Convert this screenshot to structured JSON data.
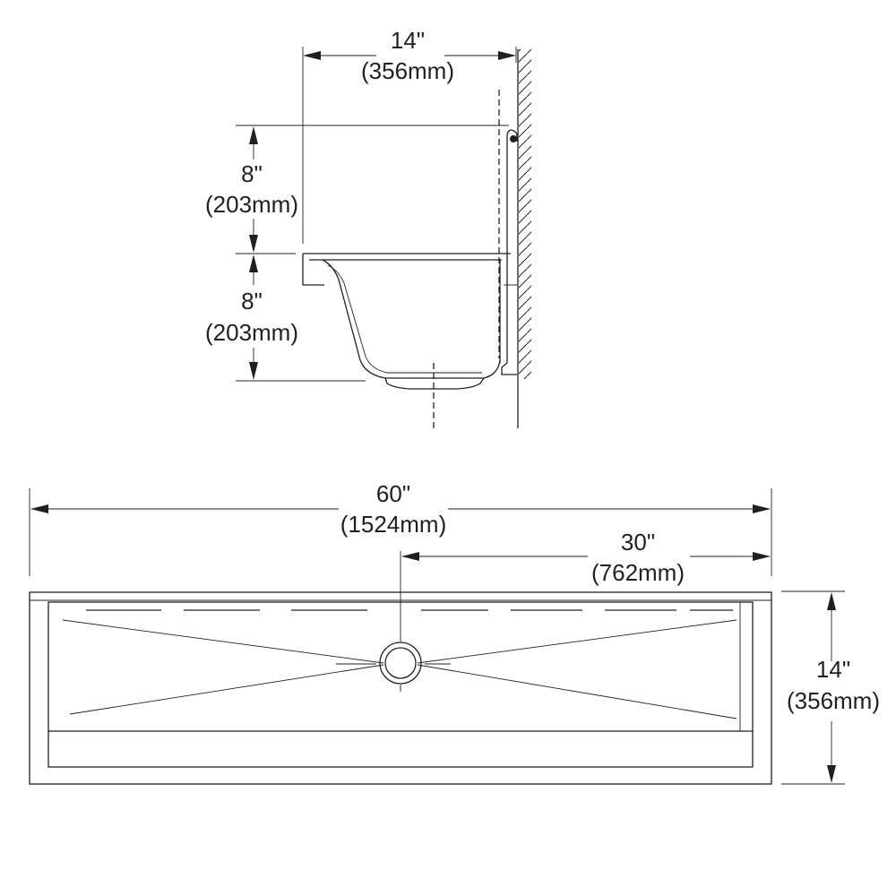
{
  "side_view": {
    "depth_dim": {
      "inches": "14\"",
      "mm": "(356mm)"
    },
    "upper_height_dim": {
      "inches": "8\"",
      "mm": "(203mm)"
    },
    "lower_height_dim": {
      "inches": "8\"",
      "mm": "(203mm)"
    }
  },
  "plan_view": {
    "length_dim": {
      "inches": "60\"",
      "mm": "(1524mm)"
    },
    "half_length_dim": {
      "inches": "30\"",
      "mm": "(762mm)"
    },
    "depth_dim": {
      "inches": "14\"",
      "mm": "(356mm)"
    }
  }
}
